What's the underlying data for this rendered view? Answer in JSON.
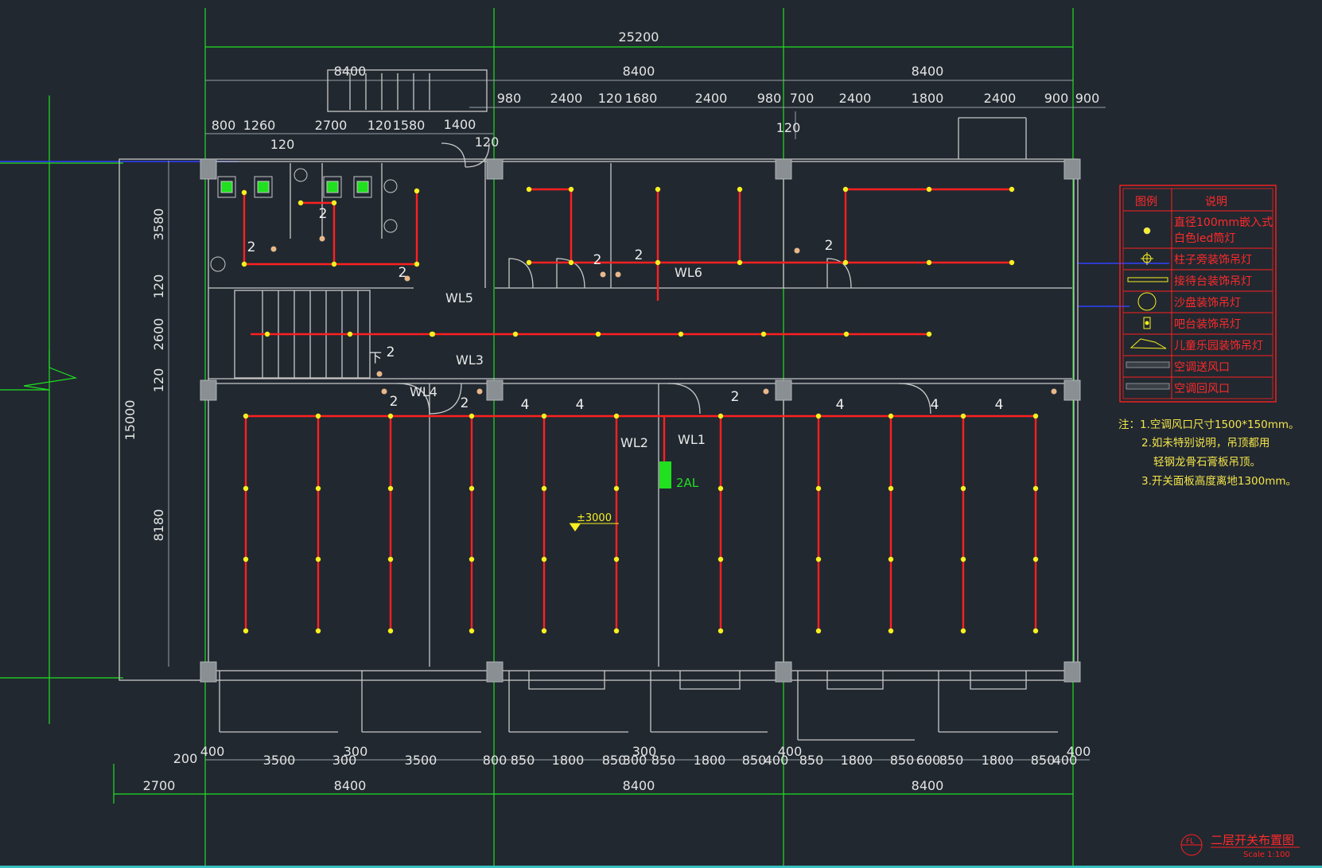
{
  "colors": {
    "background": "#212830",
    "wall": "#c8c8c8",
    "wiring": "#ff2020",
    "fixture": "#f8f020",
    "dimension_line": "#20e020",
    "legend": "#ff2020",
    "note": "#f2e34b"
  },
  "dimensions": {
    "overall_top": "25200",
    "bays_top": [
      "8400",
      "8400",
      "8400"
    ],
    "row2": [
      "980",
      "2400",
      "120",
      "1680",
      "2400",
      "980",
      "700",
      "2400",
      "1800",
      "2400",
      "900",
      "900"
    ],
    "row3": [
      "800",
      "1260",
      "2700",
      "120",
      "1580",
      "1400"
    ],
    "small_120": [
      "120",
      "120",
      "120"
    ],
    "left_vertical": [
      "3580",
      "120",
      "2600",
      "120",
      "8180"
    ],
    "overall_left": "15000",
    "bottom_row1": [
      "200",
      "400",
      "3500",
      "300",
      "300",
      "3500",
      "800",
      "850",
      "1800",
      "850",
      "300",
      "300",
      "850",
      "1800",
      "850",
      "400",
      "400",
      "850",
      "1800",
      "850",
      "600",
      "850",
      "1800",
      "850",
      "400",
      "400"
    ],
    "bottom_left": "2700",
    "bays_bottom": [
      "8400",
      "8400",
      "8400"
    ]
  },
  "circuits": [
    "WL1",
    "WL2",
    "WL3",
    "WL4",
    "WL5",
    "WL6"
  ],
  "panel_label": "2AL",
  "elevation_label": "±3000",
  "wire_counts": [
    "2",
    "2",
    "2",
    "2",
    "2",
    "2",
    "2",
    "2",
    "2",
    "2",
    "4",
    "4",
    "4",
    "4",
    "4"
  ],
  "stair_label": "下",
  "legend": {
    "header_symbol": "图例",
    "header_desc": "说明",
    "items": [
      {
        "icon": "downlight-icon",
        "desc": [
          "直径100mm嵌入式",
          "白色led筒灯"
        ]
      },
      {
        "icon": "column-pendant-icon",
        "desc": [
          "柱子旁装饰吊灯"
        ]
      },
      {
        "icon": "reception-pendant-icon",
        "desc": [
          "接待台装饰吊灯"
        ]
      },
      {
        "icon": "sandtable-pendant-icon",
        "desc": [
          "沙盘装饰吊灯"
        ]
      },
      {
        "icon": "bar-pendant-icon",
        "desc": [
          "吧台装饰吊灯"
        ]
      },
      {
        "icon": "playground-pendant-icon",
        "desc": [
          "儿童乐园装饰吊灯"
        ]
      },
      {
        "icon": "ac-supply-vent-icon",
        "desc": [
          "空调送风口"
        ]
      },
      {
        "icon": "ac-return-vent-icon",
        "desc": [
          "空调回风口"
        ]
      }
    ]
  },
  "notes": [
    "注：1.空调风口尺寸1500*150mm。",
    "2.如未特别说明，吊顶都用",
    "轻钢龙骨石膏板吊顶。",
    "3.开关面板高度离地1300mm。"
  ],
  "drawing_title": "二层开关布置图",
  "scale": "Scale 1:100",
  "stamp_text": "FL"
}
